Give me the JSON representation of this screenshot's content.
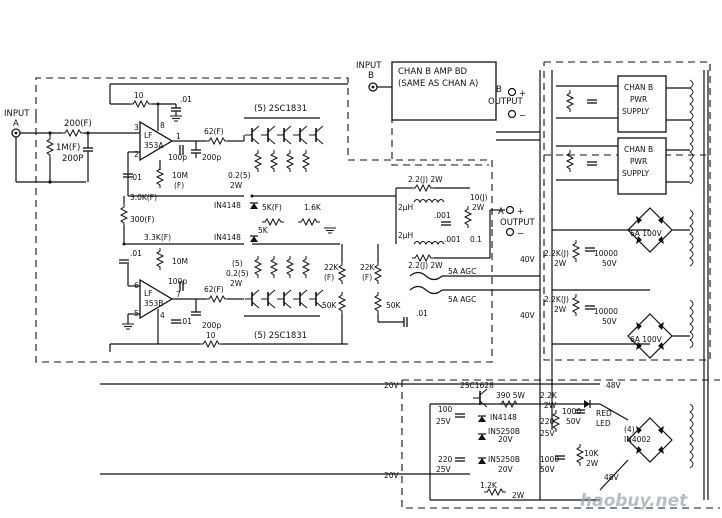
{
  "inputs": {
    "a_label": "INPUT",
    "a_letter": "A",
    "b_label": "INPUT",
    "b_letter": "B"
  },
  "chan_b_board": {
    "line1": "CHAN B AMP BD",
    "line2": "(SAME AS CHAN A)"
  },
  "outputs": {
    "b_letter": "B",
    "b_label": "OUTPUT",
    "a_letter": "A",
    "a_label": "OUTPUT"
  },
  "pwr_supplies": [
    {
      "line1": "CHAN B",
      "line2": "PWR",
      "line3": "SUPPLY"
    },
    {
      "line1": "CHAN B",
      "line2": "PWR",
      "line3": "SUPPLY"
    }
  ],
  "opamps": {
    "top_name": "LF",
    "top_part": "353A",
    "bot_name": "LF",
    "bot_part": "353B"
  },
  "pins": [
    "3",
    "2",
    "8",
    "1",
    "6",
    "5",
    "7",
    "4"
  ],
  "components": {
    "r_in": "200(F)",
    "r_1m": "1M(F)",
    "c_200p_in": "200P",
    "r_10_top": "10",
    "c_01_top": ".01",
    "r_62_top": "62(F)",
    "c_200p_top": "200p",
    "c_100p_top": "100p",
    "r_10m_top": "10M",
    "r_10m_top_f": "(F)",
    "c_01_left": ".01",
    "r_3k0": "3.0K(F)",
    "r_300": "300(F)",
    "r_3k3": "3.3K(F)",
    "c_01_left2": ".01",
    "r_10m_bot": "10M",
    "r_62_bot": "62(F)",
    "c_200p_bot": "200p",
    "c_100p_bot": "100p",
    "c_01_bot": ".01",
    "r_10_bot": "10",
    "tr_top": "(5) 2SC1831",
    "tr_bot": "(5) 2SC1831",
    "r_02_top_a": "0.2(5)",
    "r_02_top_b": "2W",
    "r_02_bot_a": "(5)",
    "r_02_bot_b": "0.2(5)",
    "r_02_bot_c": "2W",
    "diode_top": "IN4148",
    "diode_bot": "IN4148",
    "r_5k": "5K(F)",
    "r_5k_b": "5K",
    "r_1k6": "1.6K",
    "l_top": "2.2(J) 2W",
    "l_top_uh": "2μH",
    "r_10j": "10(J)",
    "r_10j_w": "2W",
    "c_001": ".001",
    "c_001b": ".001",
    "c_01_out": "0.1",
    "l_bot": "2.2(J) 2W",
    "l_bot_uh": "2μH",
    "r_22k_a": "22K",
    "r_22k_a_f": "(F)",
    "r_22k_b": "22K",
    "r_22k_b_f": "(F)",
    "pot_50k_a": "50K",
    "pot_50k_b": "50K",
    "c_01_pot": ".01",
    "fuse_top": "5A AGC",
    "fuse_bot": "5A AGC",
    "v_40_top": "40V",
    "v_40_bot": "40V",
    "r_22kj_top": "2.2K(J)",
    "r_22kj_top_w": "2W",
    "c_10000_top": "10000",
    "c_10000_top_v": "50V",
    "r_22kj_bot": "2.2K(J)",
    "r_22kj_bot_w": "2W",
    "c_10000_bot": "10000",
    "c_10000_bot_v": "50V",
    "bridge_top": "6A 100V",
    "bridge_bot": "6A 100V",
    "v_20_a": "20V",
    "v_20_b": "20V",
    "v_48_a": "48V",
    "v_48_b": "48V",
    "tr_2sc": "2SC1628",
    "r_390": "390 5W",
    "r_22k_2w": "2.2K",
    "r_22k_2w_w": "2W",
    "c_100_25": "100",
    "c_100_25_v": "25V",
    "d_in4148": "IN4148",
    "c_220_25": "220",
    "c_220_25_v": "25V",
    "z_1": "IN5250B",
    "z_1_v": "20V",
    "z_2": "IN5250B",
    "z_2_v": "20V",
    "c_220_25b": "220",
    "c_220_25b_v": "25V",
    "c_1000_a": "1000",
    "c_1000_a_v": "50V",
    "led_1": "RED",
    "led_2": "LED",
    "c_1000_b": "1000",
    "c_1000_b_v": "50V",
    "r_10k": "10K",
    "r_10k_w": "2W",
    "r_12k": "1.2K",
    "r_12k_w": "2W",
    "bridge_small_a": "(4)",
    "bridge_small_b": "IN4002"
  },
  "watermark": "haobuy.net"
}
